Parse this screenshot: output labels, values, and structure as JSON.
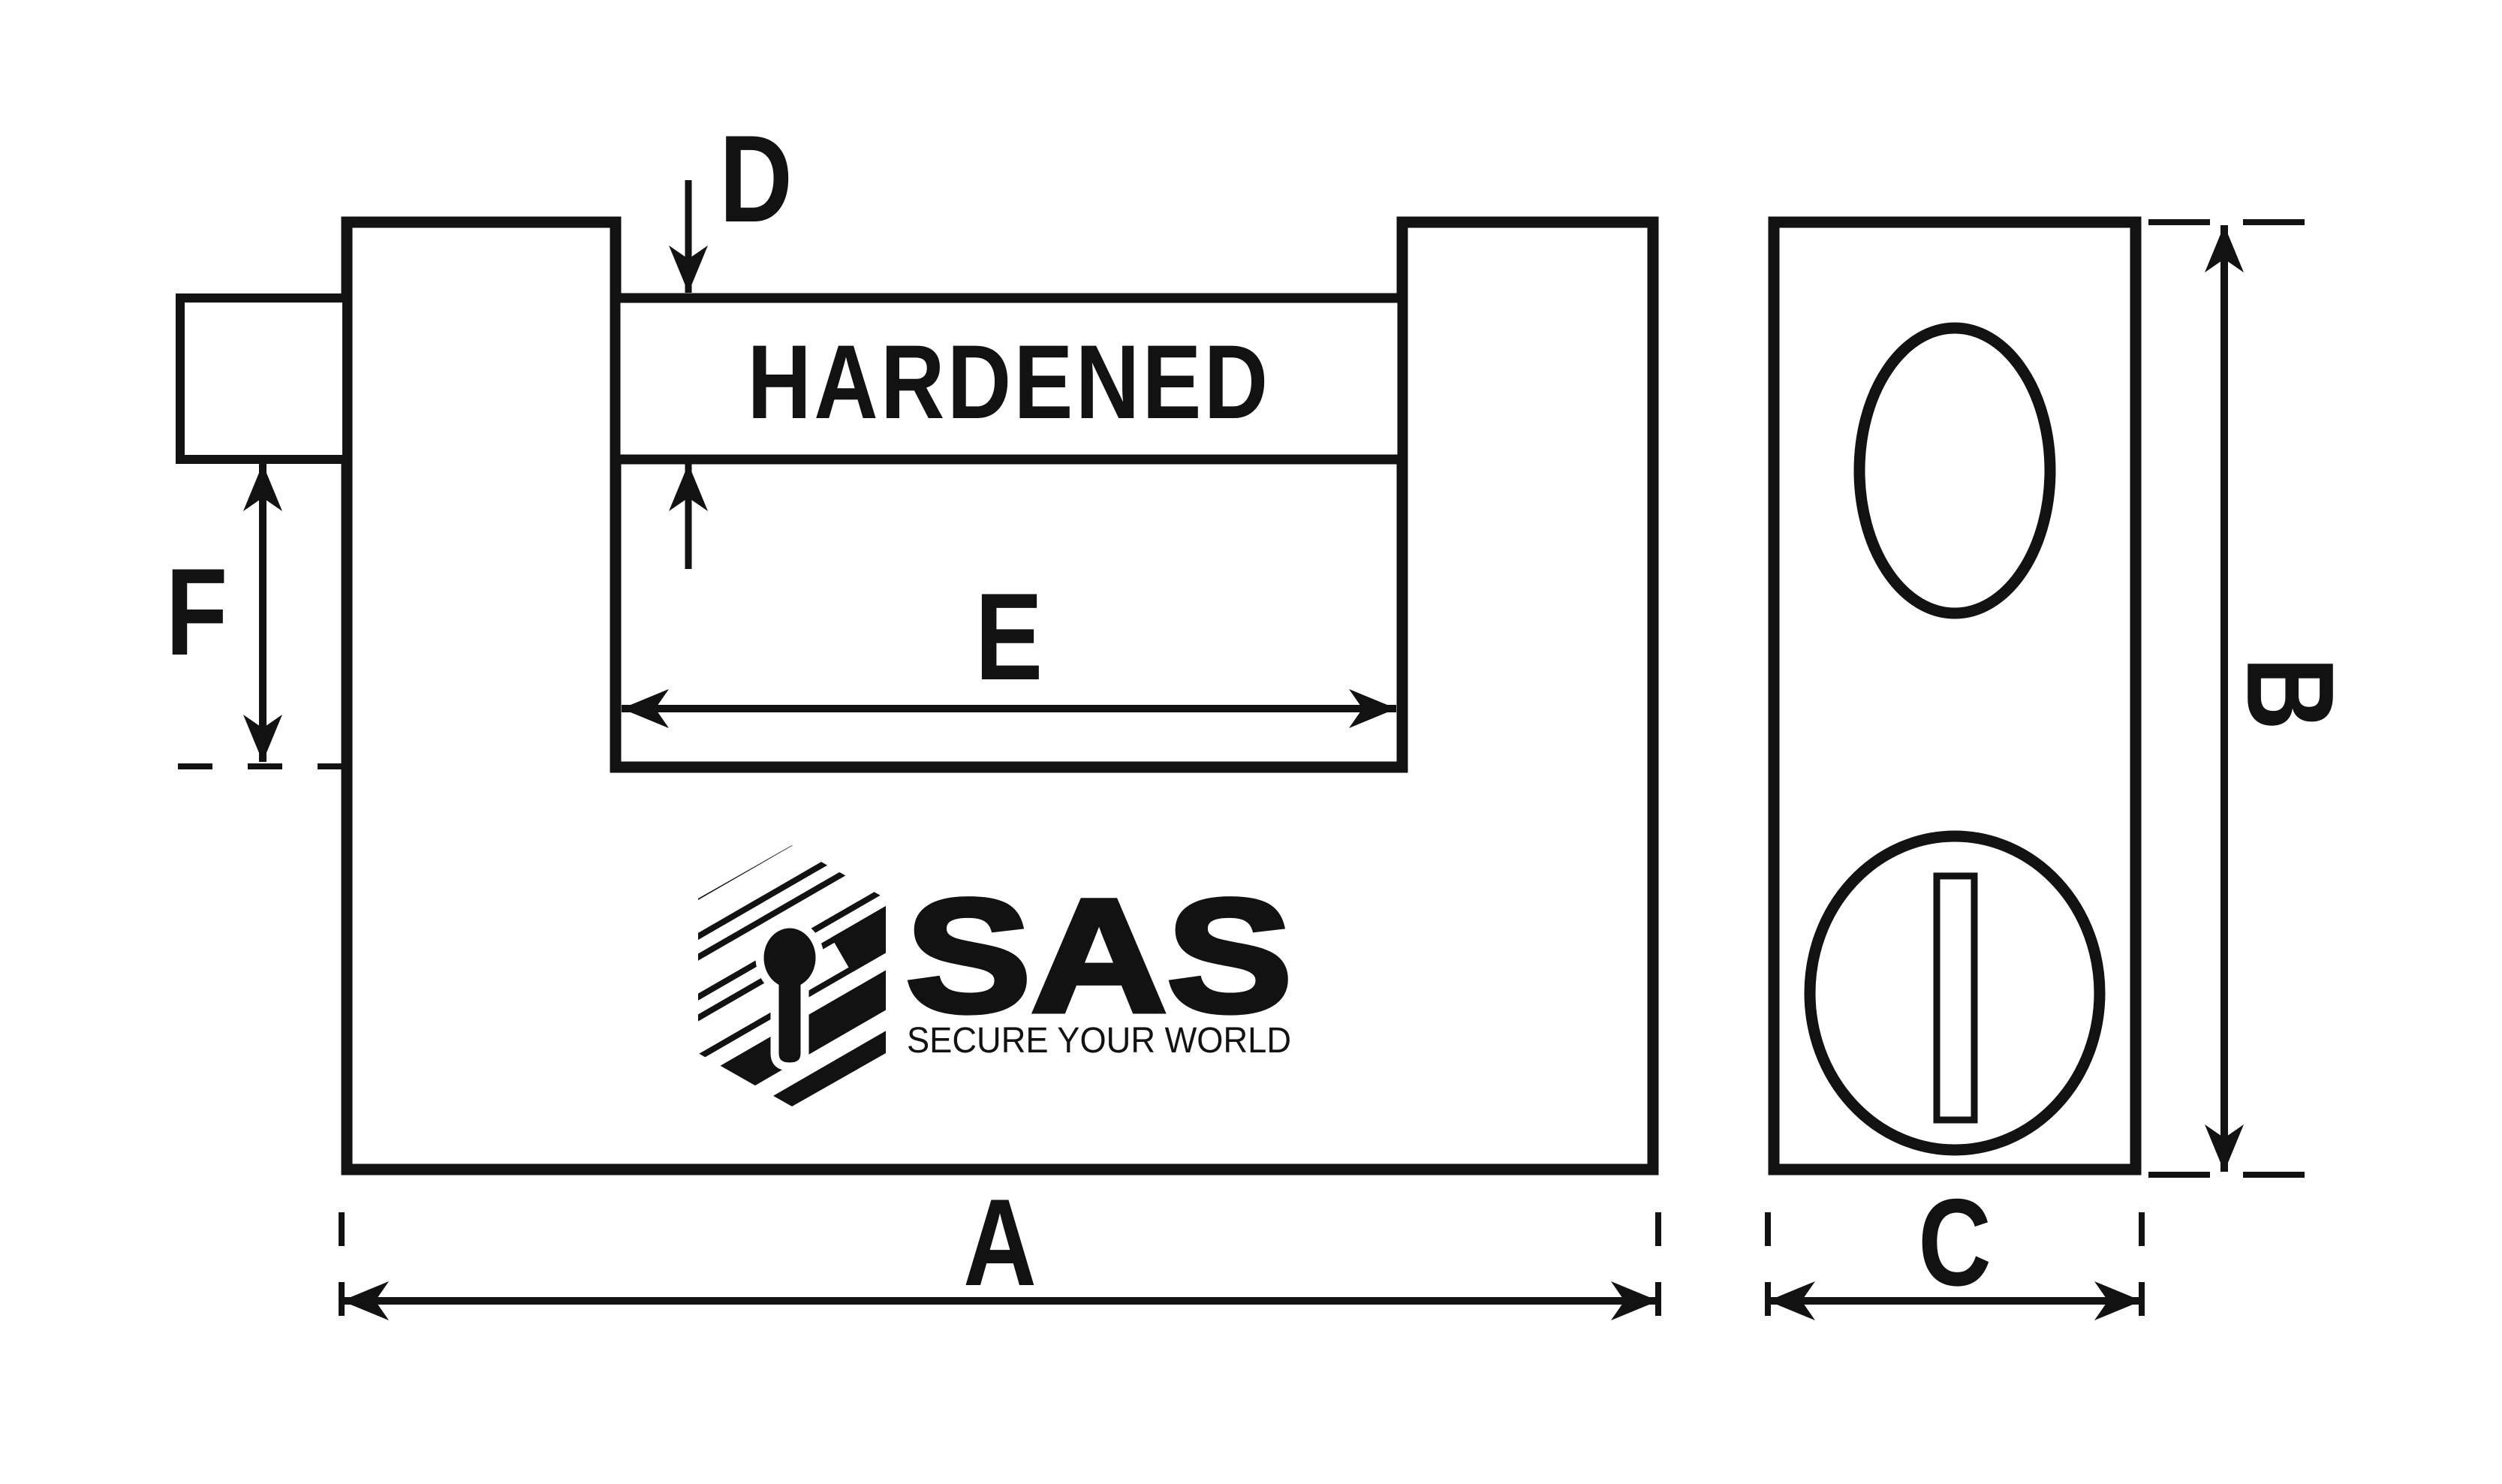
{
  "dims": {
    "A": "A",
    "B": "B",
    "C": "C",
    "D": "D",
    "E": "E",
    "F": "F"
  },
  "bar_text": "HARDENED",
  "logo": {
    "name": "SAS",
    "tagline": "SECURE YOUR WORLD"
  },
  "colors": {
    "ink": "#121212",
    "background": "#ffffff"
  }
}
